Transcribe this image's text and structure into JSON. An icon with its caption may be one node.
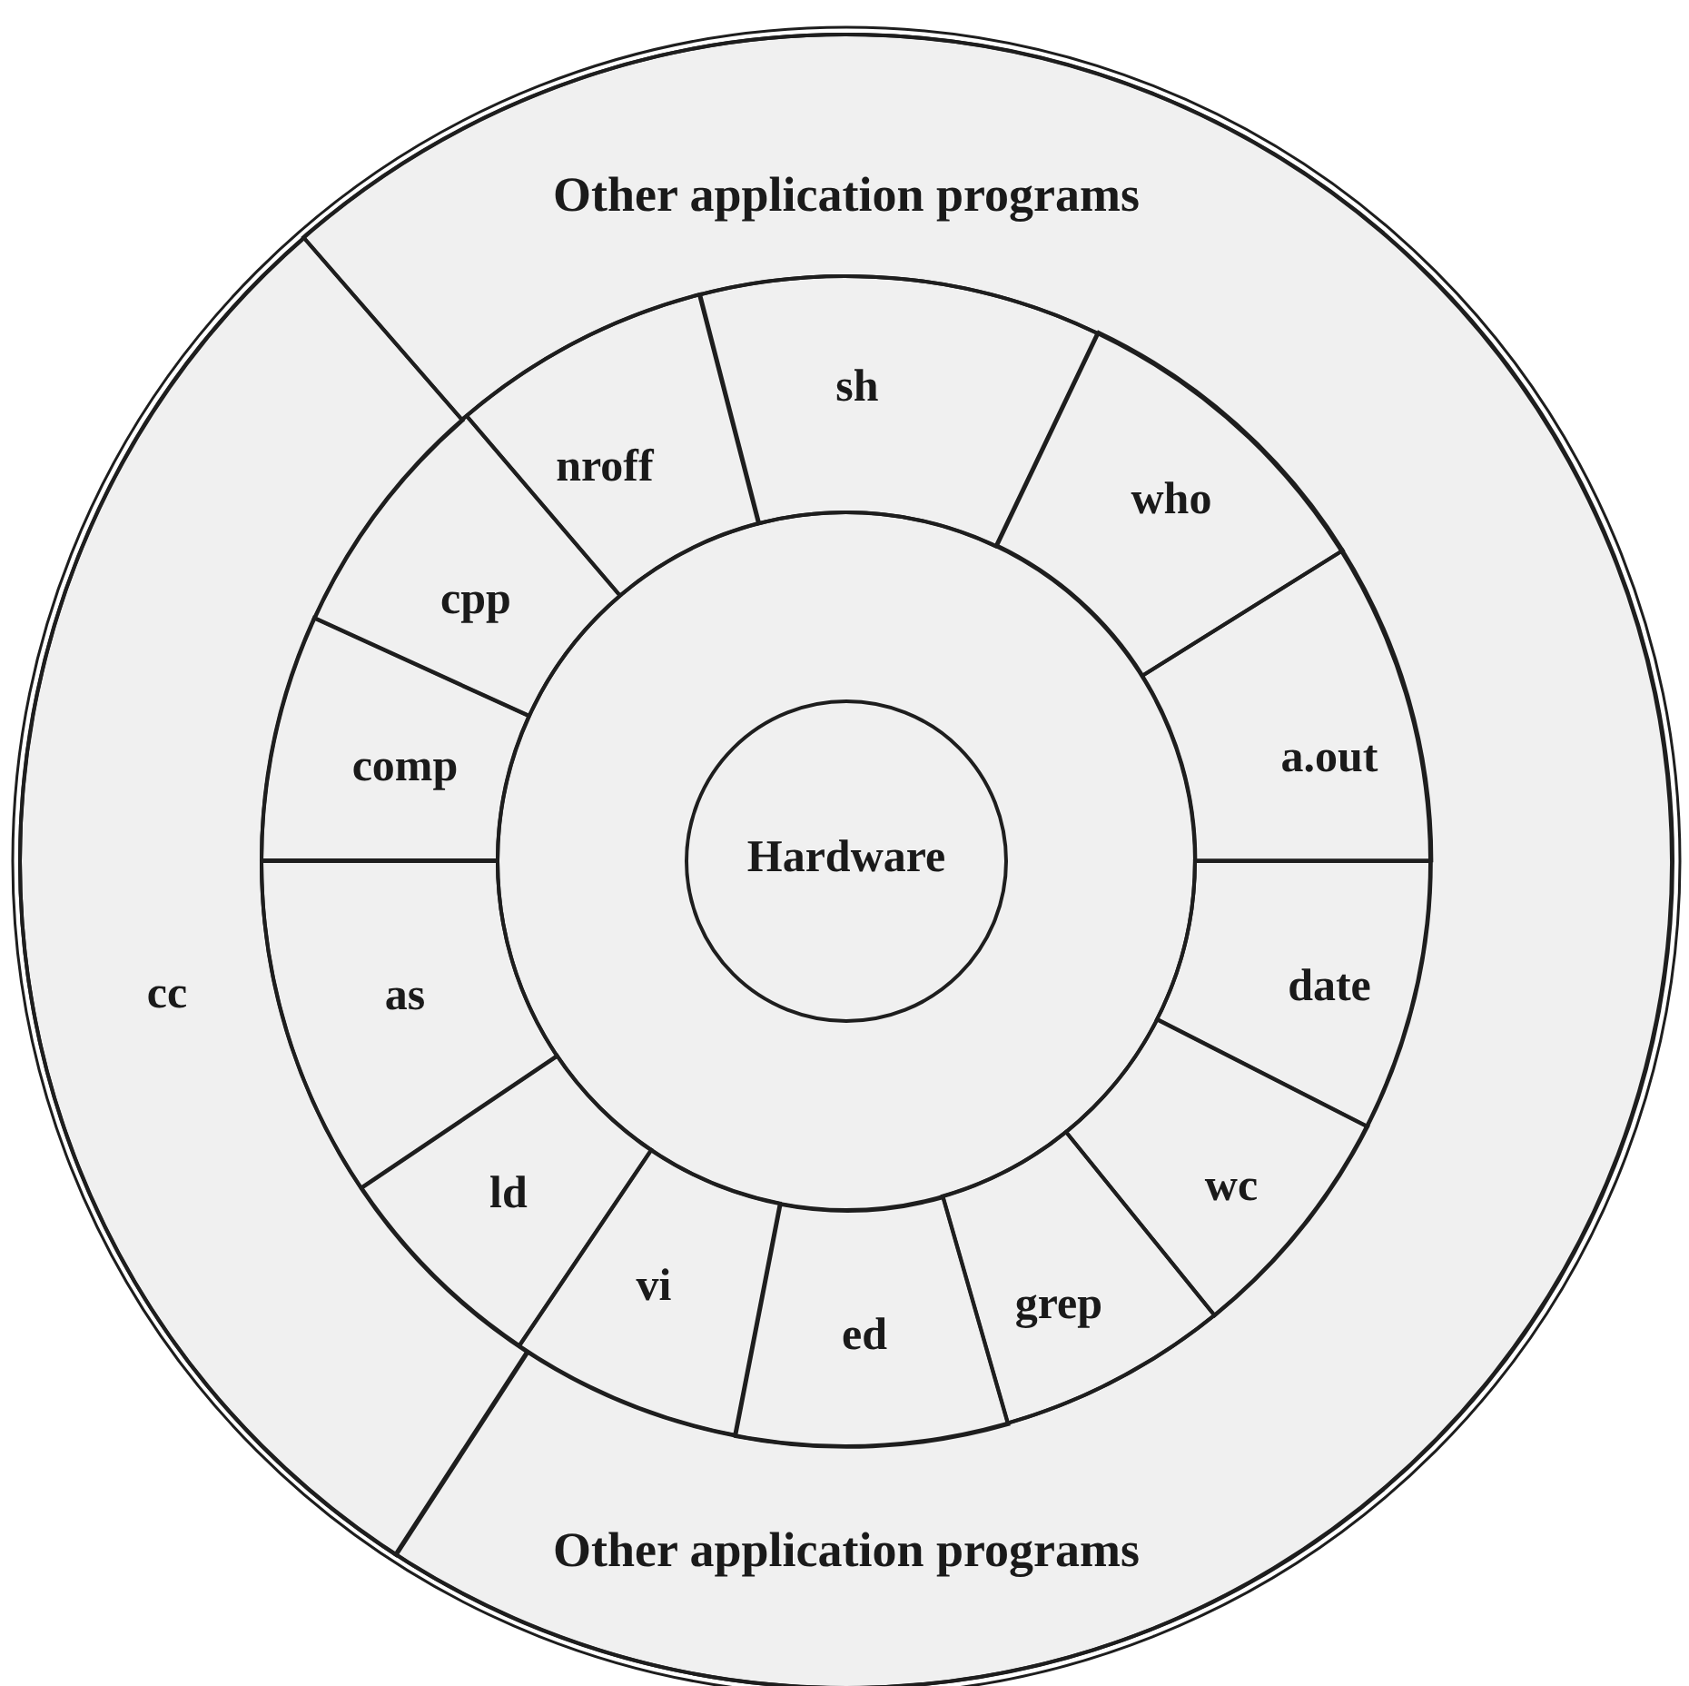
{
  "diagram": {
    "nodes": [
      {
        "text": [
          "Other application programs",
          "Other application programs"
        ]
      },
      {
        "text": [
          "cc"
        ]
      },
      {
        "text": [
          "sh"
        ]
      },
      {
        "text": [
          "who"
        ]
      },
      {
        "text": [
          "a.out"
        ]
      },
      {
        "text": [
          "date"
        ]
      },
      {
        "text": [
          "wc"
        ]
      },
      {
        "text": [
          "grep"
        ]
      },
      {
        "text": [
          "ed"
        ]
      },
      {
        "text": [
          "vi"
        ]
      },
      {
        "text": [
          "ld"
        ]
      },
      {
        "text": [
          "as"
        ]
      },
      {
        "text": [
          "comp"
        ]
      },
      {
        "text": [
          "cpp"
        ]
      },
      {
        "text": [
          "nroff"
        ]
      },
      {
        "text": [],
        "shape": "circle"
      },
      {
        "text": [
          "Hardware"
        ],
        "in": 15
      }
    ]
  }
}
